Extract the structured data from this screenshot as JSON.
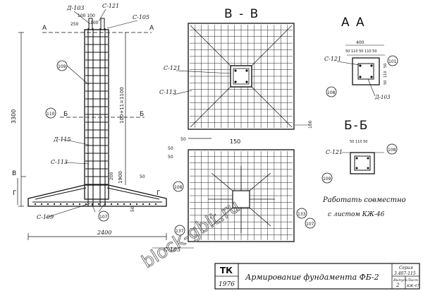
{
  "section_titles": {
    "bb": "В - В",
    "aa": "А А",
    "b6": "Б-Б"
  },
  "elevation": {
    "top_marks": [
      "Д-103",
      "С-121",
      "С-105"
    ],
    "top_dims": [
      "100 100",
      "100",
      "250"
    ],
    "cut_a": "А",
    "cut_b": "Б",
    "cut_v": "В",
    "cut_g": "Г",
    "height_total": "3300",
    "height_mid": "100+11=1100",
    "height_b": "1900",
    "bottom_dim": "2400",
    "side_dims": [
      "50",
      "50",
      "200"
    ],
    "pos_labels": [
      "С-113",
      "Д-115",
      "С-109",
      "109",
      "110",
      "107"
    ]
  },
  "plan_bb": {
    "marks": [
      "С-121",
      "С-113",
      "150",
      "50"
    ],
    "dim_right": "100"
  },
  "plan_lower": {
    "marks": [
      "С-105",
      "137",
      "133",
      "107",
      "108"
    ],
    "dims_left": [
      "50",
      "50"
    ]
  },
  "section_aa": {
    "width_dim": "400",
    "sub_dims": "50 110 50 110 50",
    "marks": [
      "С-121",
      "Д-103",
      "108",
      "101"
    ],
    "right_dims": [
      "50",
      "110",
      "50"
    ]
  },
  "section_b6": {
    "marks": [
      "С-121",
      "108",
      "109"
    ],
    "top_dims": "50 110 50"
  },
  "note": {
    "line1": "Работать совместно",
    "line2": "с листом КЖ-46"
  },
  "watermark": "block-gblt.ru",
  "title_block": {
    "org": "ТК",
    "year": "1976",
    "title": "Армирование фундамента ФБ-2",
    "series_label": "Серия",
    "series_value": "3.407-115",
    "issue_label": "Выпуск",
    "issue_value": "2",
    "sheet_label": "Лист",
    "sheet_value": "КЖ-47"
  }
}
